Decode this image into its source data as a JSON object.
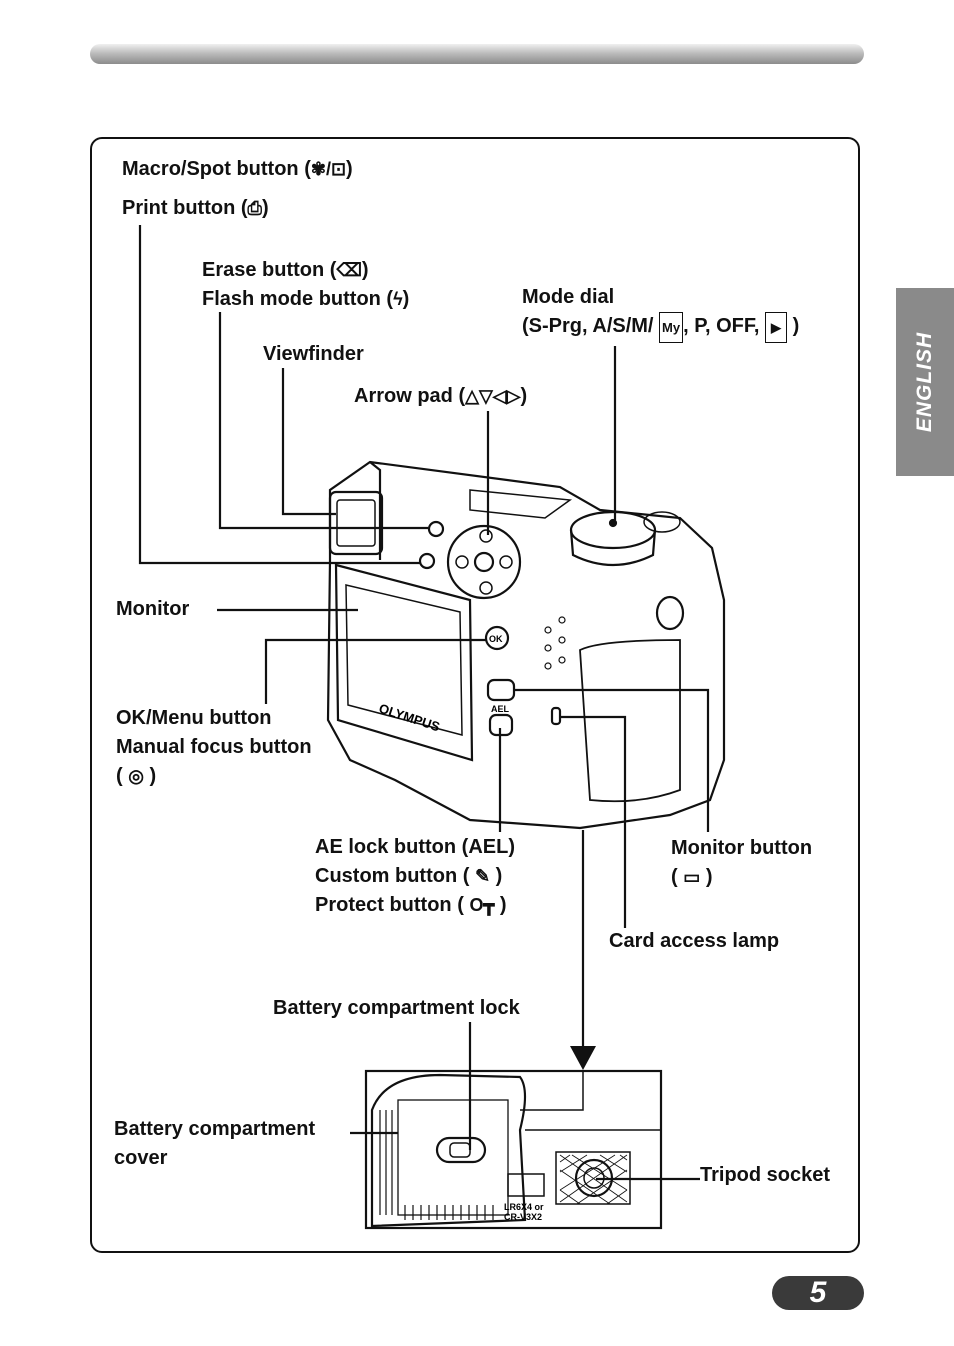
{
  "page": {
    "number": "5",
    "side_tab": "ENGLISH"
  },
  "labels": {
    "macro_spot": {
      "text": "Macro/Spot button (",
      "icon": "✾/⊡",
      "close": ")"
    },
    "print": {
      "text": "Print button (",
      "icon": "⎙",
      "close": ")"
    },
    "erase": {
      "text": "Erase button (",
      "icon": "⌫",
      "close": ")"
    },
    "flash": {
      "text": "Flash mode button (",
      "icon": "ϟ",
      "close": ")"
    },
    "viewfinder": "Viewfinder",
    "arrow_pad": {
      "text": "Arrow pad (",
      "icon": "△▽◁▷",
      "close": ")"
    },
    "mode_dial": {
      "line1": "Mode dial",
      "line2": "(S-Prg, A/S/M/",
      "icon1": "My",
      "line2b": ", P, OFF,",
      "icon2": "▶",
      "close": ")"
    },
    "monitor": "Monitor",
    "ok_menu": {
      "line1": "OK/Menu button",
      "line2": "Manual focus button",
      "line3_open": "(",
      "icon": "◎",
      "line3_close": ")"
    },
    "ae_lock": {
      "line1": "AE lock button (AEL)",
      "line2": "Custom button (",
      "icon2": "✎",
      "line2_close": ")",
      "line3": "Protect button (",
      "icon3": "O┳",
      "line3_close": ")"
    },
    "monitor_button": {
      "line1": "Monitor button",
      "line2_open": "(",
      "icon": "▭",
      "line2_close": ")"
    },
    "card_access": "Card access lamp",
    "battery_lock": "Battery compartment lock",
    "battery_cover": {
      "line1": "Battery compartment",
      "line2": "cover"
    },
    "tripod": "Tripod socket"
  },
  "camera_text": {
    "brand": "OLYMPUS",
    "ok": "OK",
    "ael": "AEL",
    "battery_spec_1": "LR6X4 or",
    "battery_spec_2": "CR-V3X2"
  }
}
